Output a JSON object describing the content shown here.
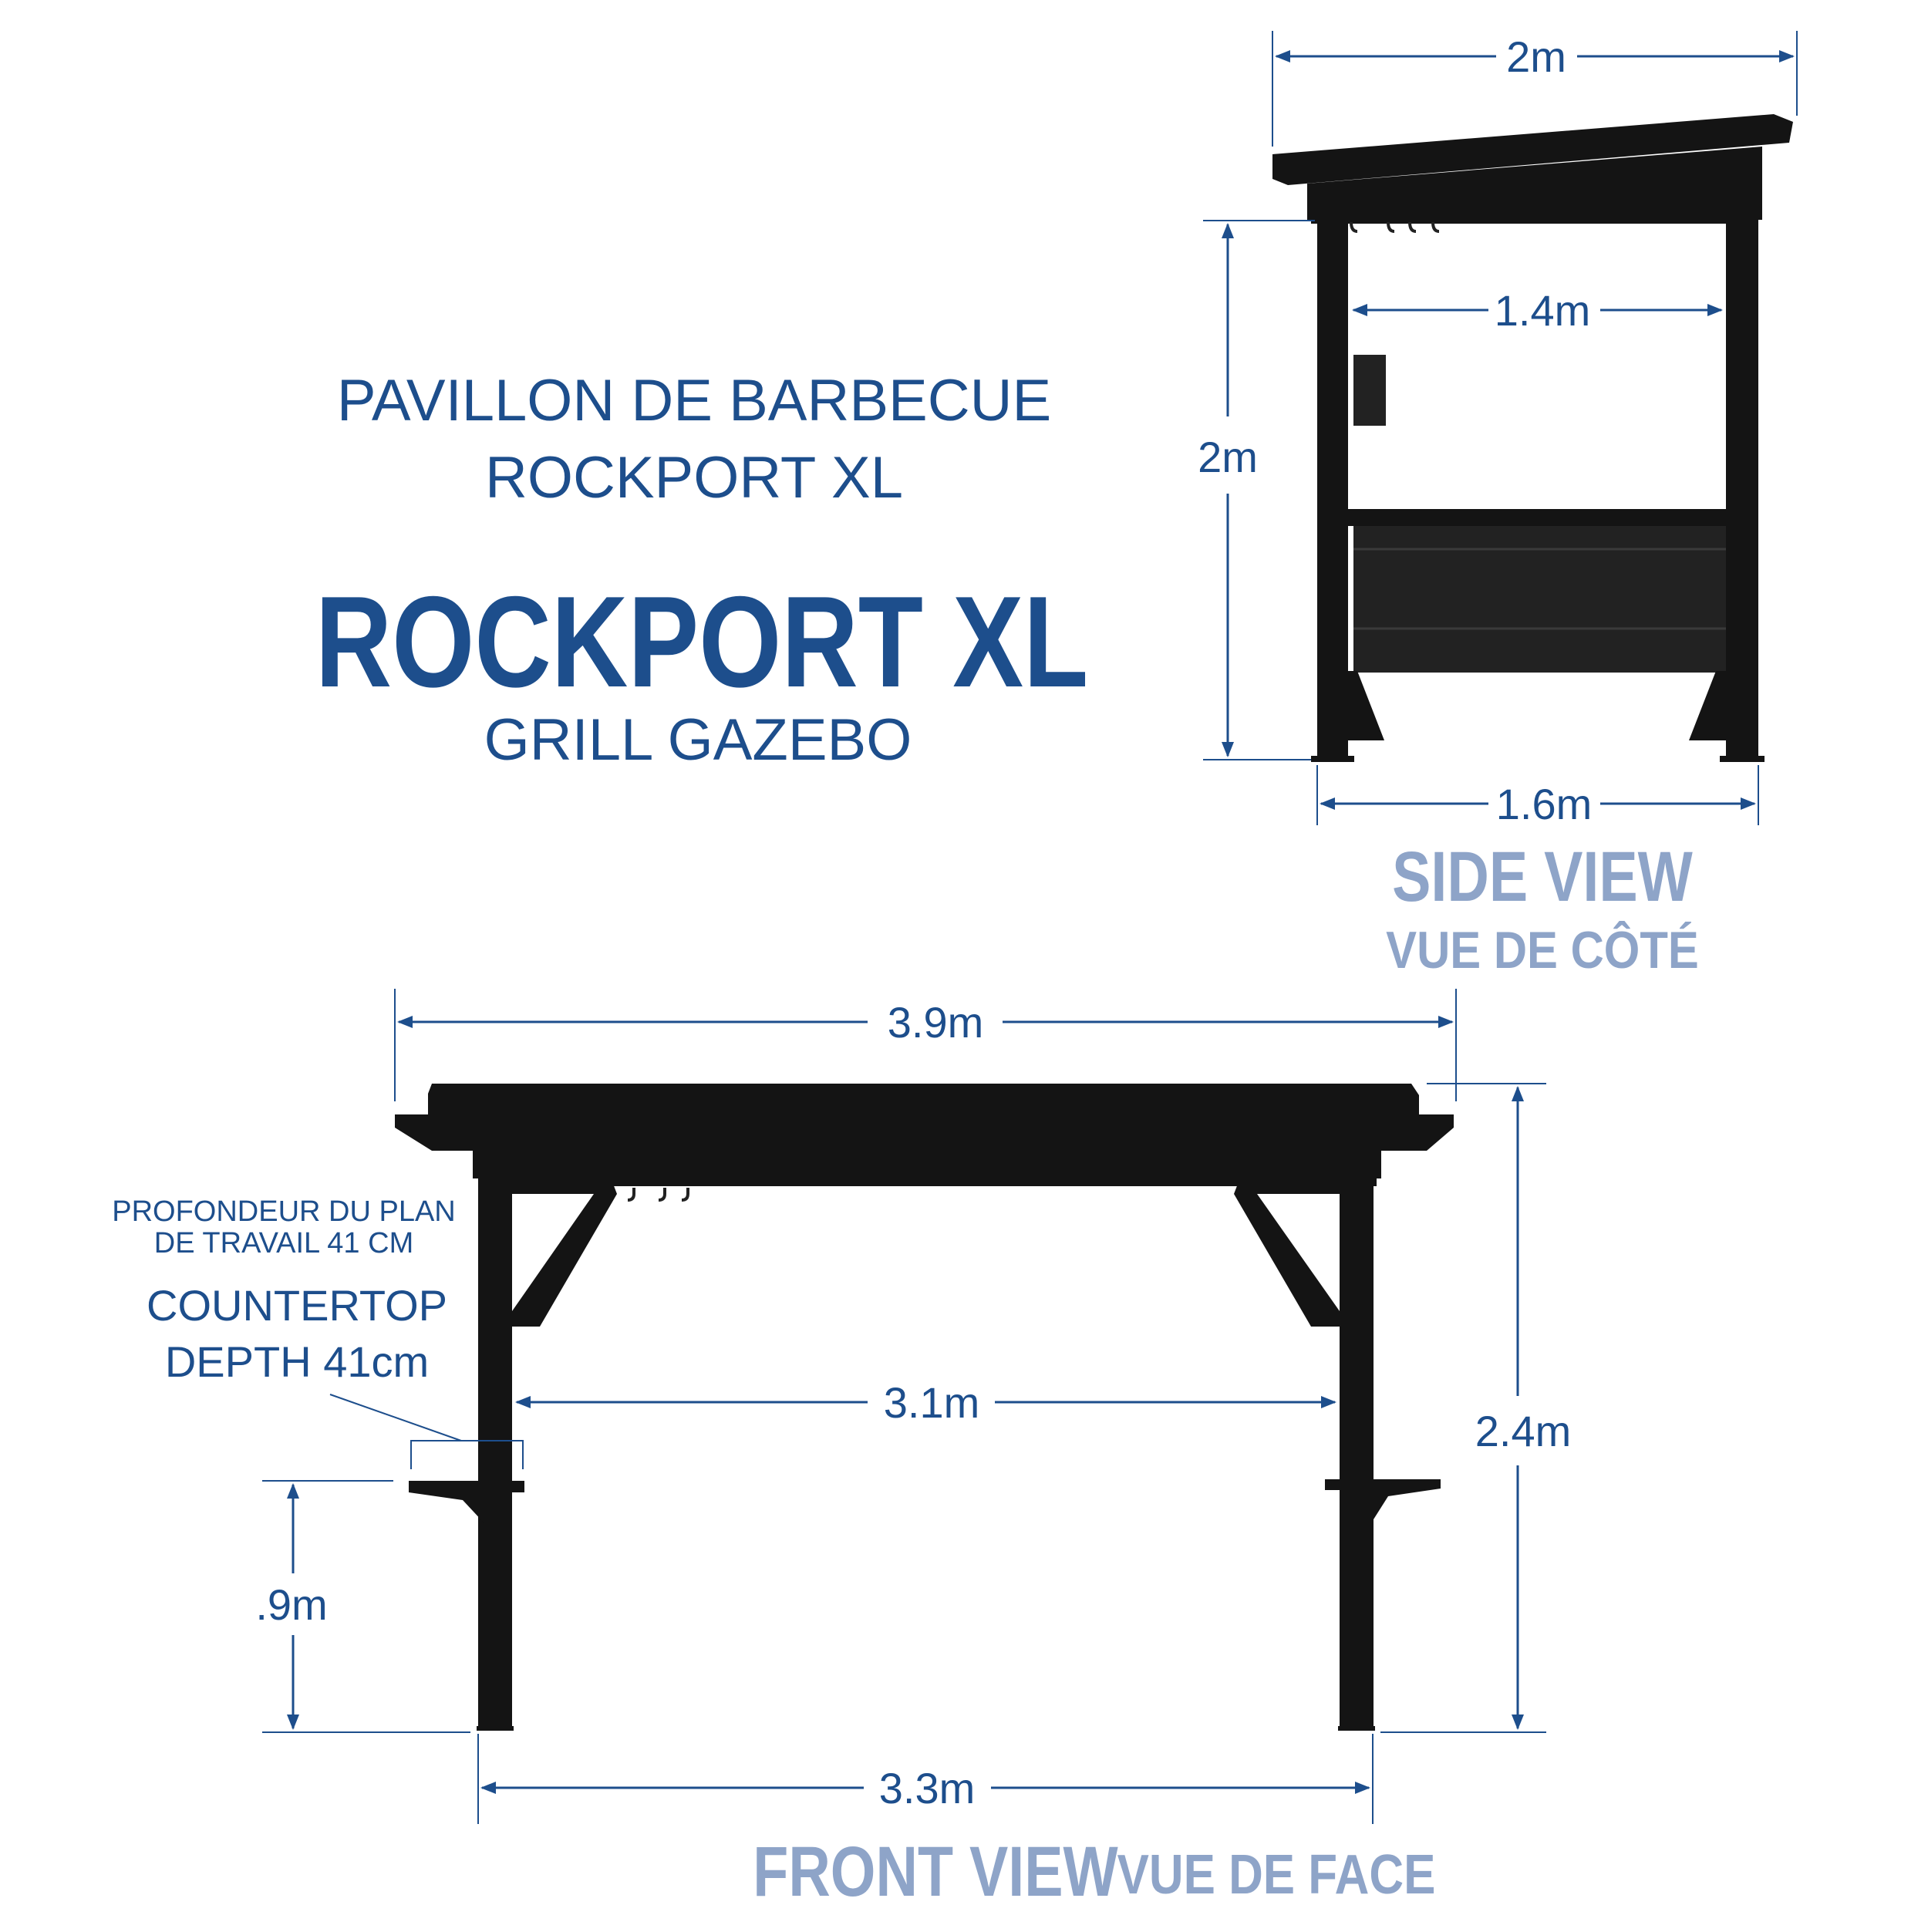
{
  "heading": {
    "french_line1": "PAVILLON DE BARBECUE",
    "french_line2": "ROCKPORT XL",
    "title": "ROCKPORT XL",
    "subtitle": "GRILL GAZEBO"
  },
  "side_view": {
    "label_en": "SIDE VIEW",
    "label_fr": "VUE DE CÔTÉ",
    "dim_roof_width": "2m",
    "dim_height": "2m",
    "dim_inner_width": "1.4m",
    "dim_base_width": "1.6m"
  },
  "front_view": {
    "label_en": "FRONT VIEW",
    "label_fr": "VUE DE FACE",
    "dim_roof_width": "3.9m",
    "dim_inner_width": "3.1m",
    "dim_base_width": "3.3m",
    "dim_height": "2.4m",
    "dim_counter_height": ".9m",
    "countertop_fr_line1": "PROFONDEUR DU PLAN",
    "countertop_fr_line2": "DE TRAVAIL 41 CM",
    "countertop_en_line1": "COUNTERTOP",
    "countertop_en_line2": "DEPTH 41cm"
  },
  "colors": {
    "dimension_blue": "#1d4e8c",
    "label_light_blue": "#8ea4c8",
    "structure_black": "#141414"
  }
}
